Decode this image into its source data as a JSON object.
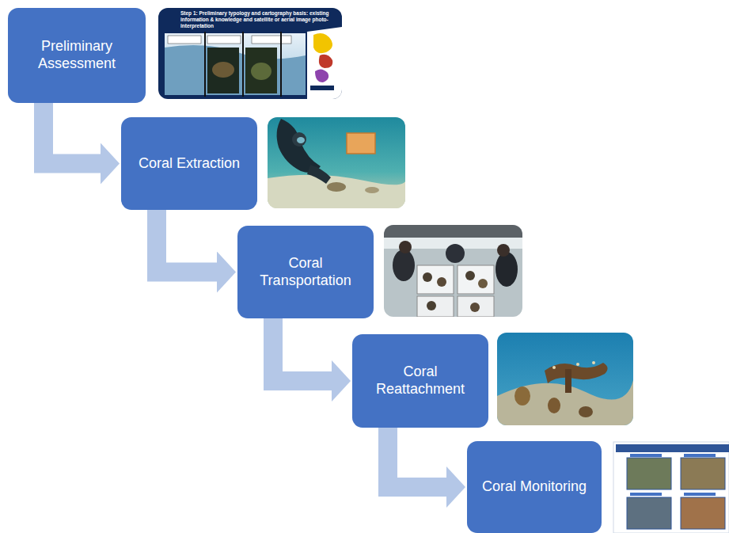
{
  "diagram": {
    "nodes": [
      {
        "text": [
          "Preliminary Assessment"
        ]
      },
      {
        "text": [
          "Coral Extraction"
        ]
      },
      {
        "text": [
          "Coral Transportation"
        ]
      },
      {
        "text": [
          "Coral Reattachment"
        ]
      },
      {
        "text": [
          "Coral Monitoring"
        ]
      }
    ],
    "edges": [
      {
        "from": 0,
        "to": 1,
        "arrow": "to"
      },
      {
        "from": 1,
        "to": 2,
        "arrow": "to"
      },
      {
        "from": 2,
        "to": 3,
        "arrow": "to"
      },
      {
        "from": 3,
        "to": 4,
        "arrow": "to"
      }
    ],
    "labels": [
      "Step 1: Preliminary typology and cartography basis: existing information & knowledge and satellite or aerial image photo-interpretation"
    ]
  }
}
